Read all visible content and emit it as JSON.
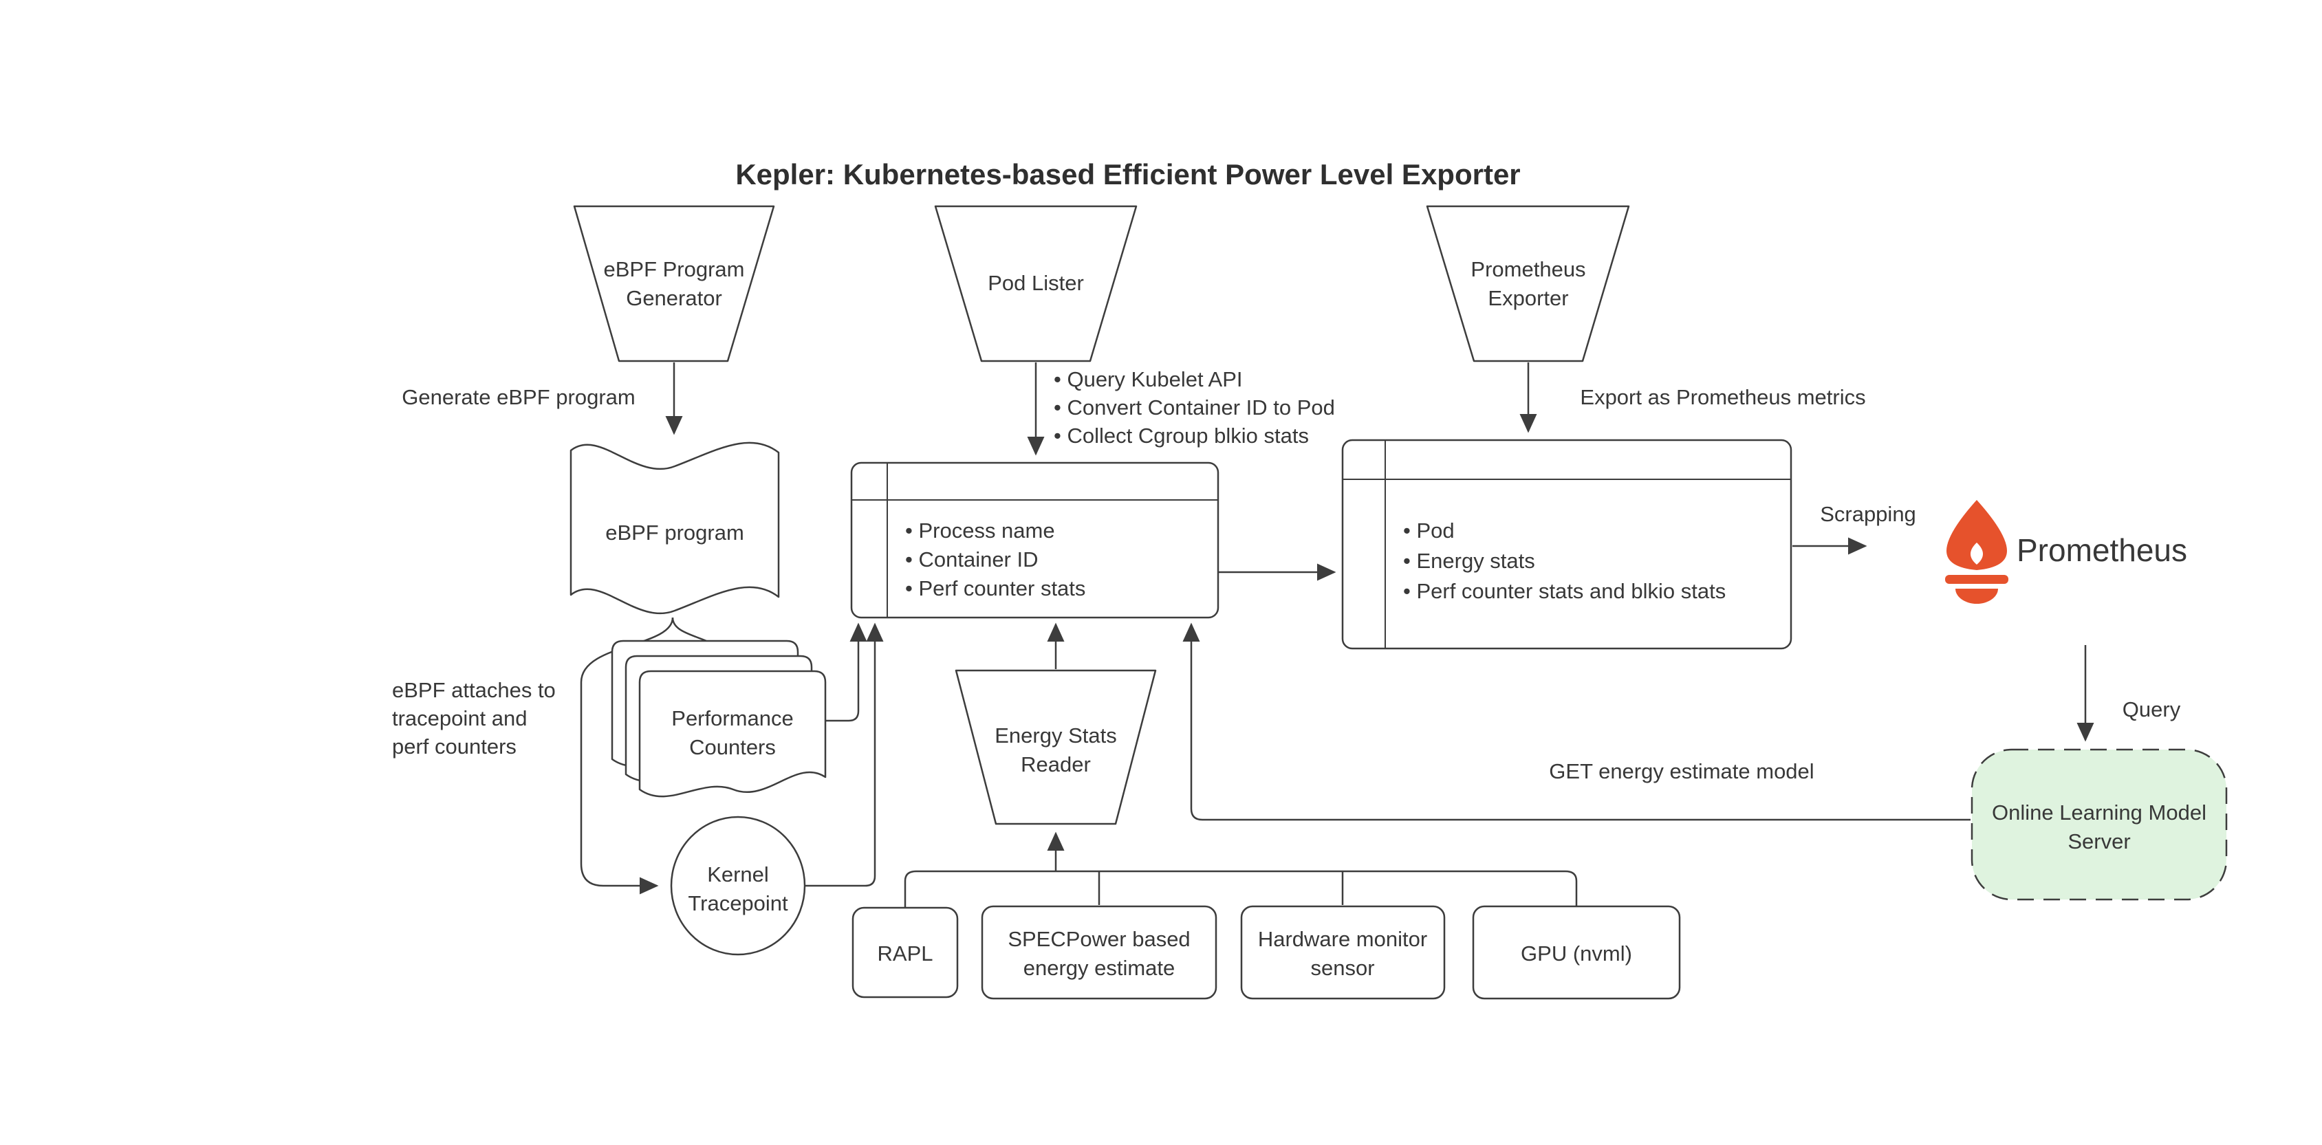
{
  "title": "Kepler: Kubernetes-based Efficient Power Level Exporter",
  "colors": {
    "stroke": "#3d3d3d",
    "text": "#383838",
    "prometheus_orange": "#e6522c",
    "model_server_fill": "#dff3df"
  },
  "nodes": {
    "ebpf_program_generator": {
      "lines": [
        "eBPF Program",
        "Generator"
      ]
    },
    "pod_lister": {
      "label": "Pod Lister"
    },
    "prometheus_exporter": {
      "lines": [
        "Prometheus",
        "Exporter"
      ]
    },
    "ebpf_program": {
      "label": "eBPF program"
    },
    "performance_counters": {
      "lines": [
        "Performance",
        "Counters"
      ]
    },
    "kernel_tracepoint": {
      "lines": [
        "Kernel",
        "Tracepoint"
      ]
    },
    "process_stats_table": {
      "items": [
        "• Process name",
        "• Container ID",
        "• Perf counter stats"
      ]
    },
    "pod_stats_table": {
      "items": [
        "• Pod",
        "• Energy stats",
        "• Perf counter stats and blkio stats"
      ]
    },
    "energy_stats_reader": {
      "lines": [
        "Energy Stats",
        "Reader"
      ]
    },
    "rapl": {
      "label": "RAPL"
    },
    "specpower": {
      "lines": [
        "SPECPower based",
        "energy estimate"
      ]
    },
    "hardware_monitor": {
      "lines": [
        "Hardware monitor",
        "sensor"
      ]
    },
    "gpu": {
      "label": "GPU (nvml)"
    },
    "online_learning_model_server": {
      "lines": [
        "Online Learning Model",
        "Server"
      ]
    },
    "prometheus_logo": {
      "label": "Prometheus"
    }
  },
  "edge_labels": {
    "generate_ebpf_program": "Generate eBPF program",
    "pod_lister_notes": [
      "• Query Kubelet API",
      "• Convert Container ID to Pod",
      "• Collect Cgroup blkio stats"
    ],
    "export_metrics": "Export as Prometheus metrics",
    "scrapping": "Scrapping",
    "query": "Query",
    "get_model": "GET energy estimate model",
    "ebpf_attaches": [
      "eBPF attaches to",
      "tracepoint and",
      "perf counters"
    ]
  }
}
